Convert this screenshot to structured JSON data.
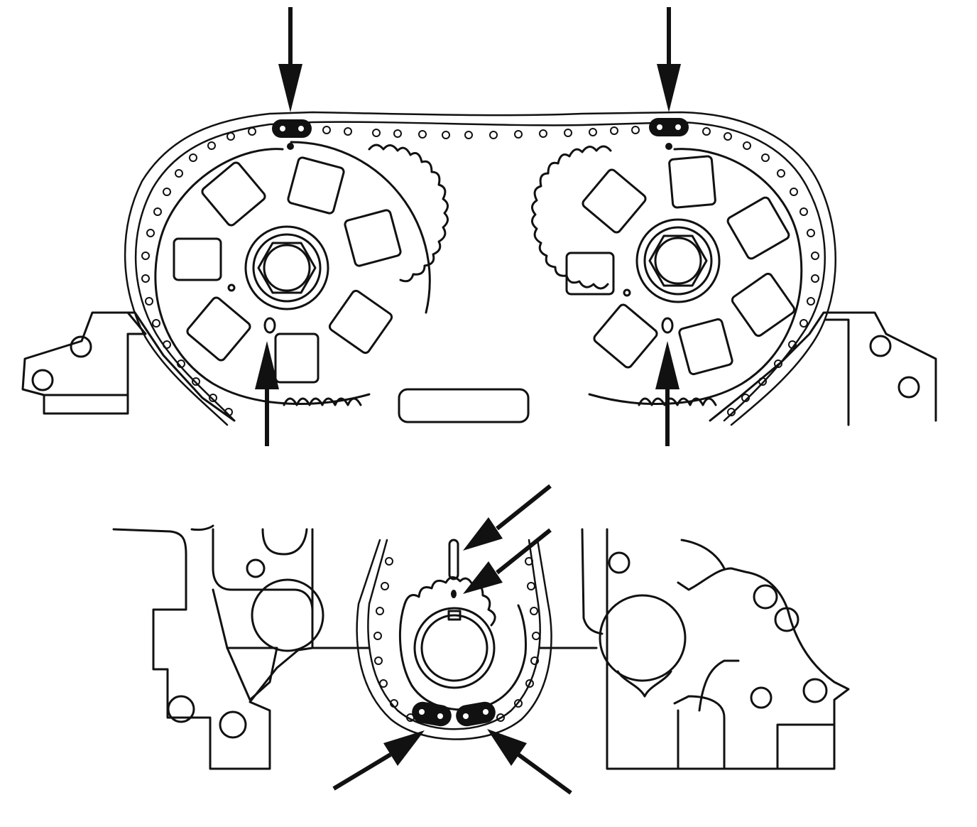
{
  "diagram": {
    "kind": "timing-chain-alignment-illustration",
    "colors": {
      "ink": "#111111",
      "paper": "#ffffff",
      "marked_link": "#111111"
    },
    "upper_assembly": {
      "sprockets": [
        {
          "id": "left-camshaft-sprocket",
          "teeth": 36,
          "windows": 7,
          "center_bolt": "hex"
        },
        {
          "id": "right-camshaft-sprocket",
          "teeth": 36,
          "windows": 7,
          "center_bolt": "hex"
        }
      ],
      "marked_chain_links": 2,
      "timing_marks": 2,
      "callout_arrows": 4
    },
    "lower_assembly": {
      "sprockets": [
        {
          "id": "crankshaft-sprocket",
          "center": "keyed-bore"
        }
      ],
      "marked_chain_links": 2,
      "timing_marks": 1,
      "callout_arrows": 4
    }
  }
}
